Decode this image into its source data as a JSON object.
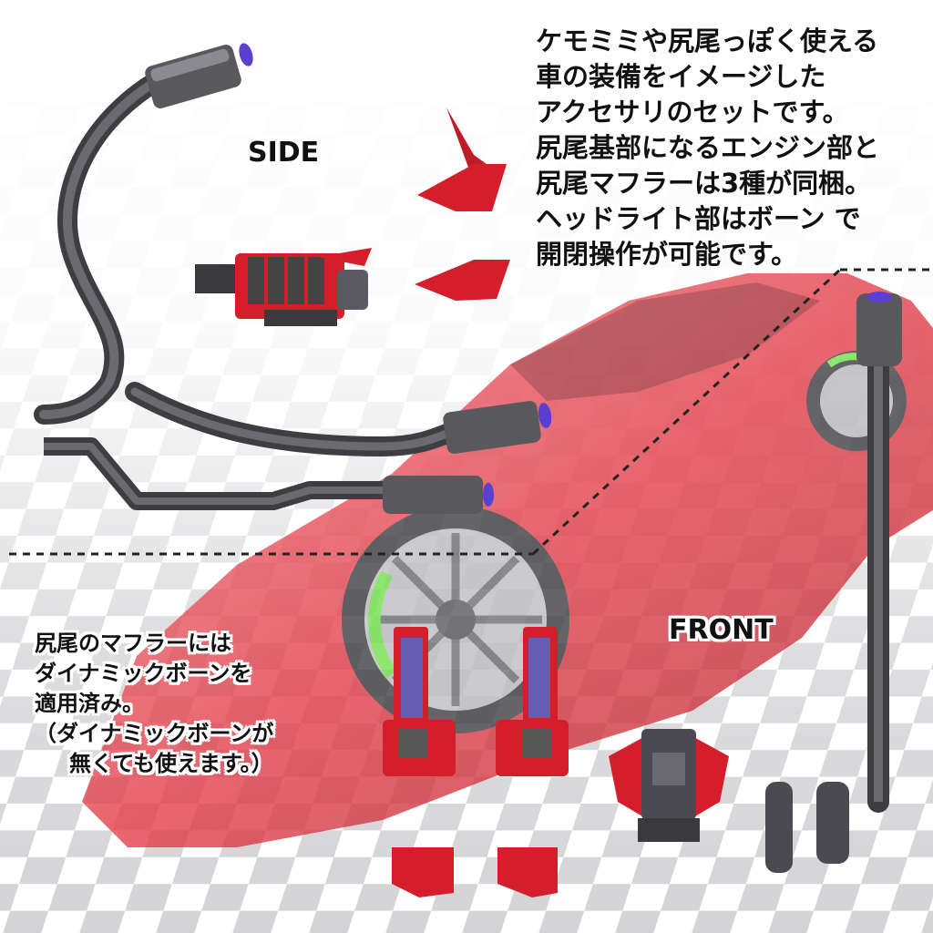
{
  "description": {
    "lines": [
      "ケモミミや尻尾っぽく使える",
      "車の装備をイメージした",
      "アクセサリのセットです。",
      "尻尾基部になるエンジン部と",
      "尻尾マフラーは3種が同梱。",
      "ヘッドライト部はボーン で",
      "開閉操作が可能です。"
    ]
  },
  "labels": {
    "side": "SIDE",
    "front": "FRONT"
  },
  "note": {
    "lines": [
      "尻尾のマフラーには",
      "ダイナミックボーンを",
      "適用済み。",
      "（ダイナミックボーンが",
      "無くても使えます。）"
    ]
  },
  "colors": {
    "car_body": "#e23b46",
    "part_red": "#d41f2a",
    "muffler_gray": "#5a5a5e",
    "muffler_tip": "#5a3fd0",
    "checker_dark": "#c9c9cc",
    "wheel_accent": "#6fe04a",
    "divider": "#222222"
  }
}
